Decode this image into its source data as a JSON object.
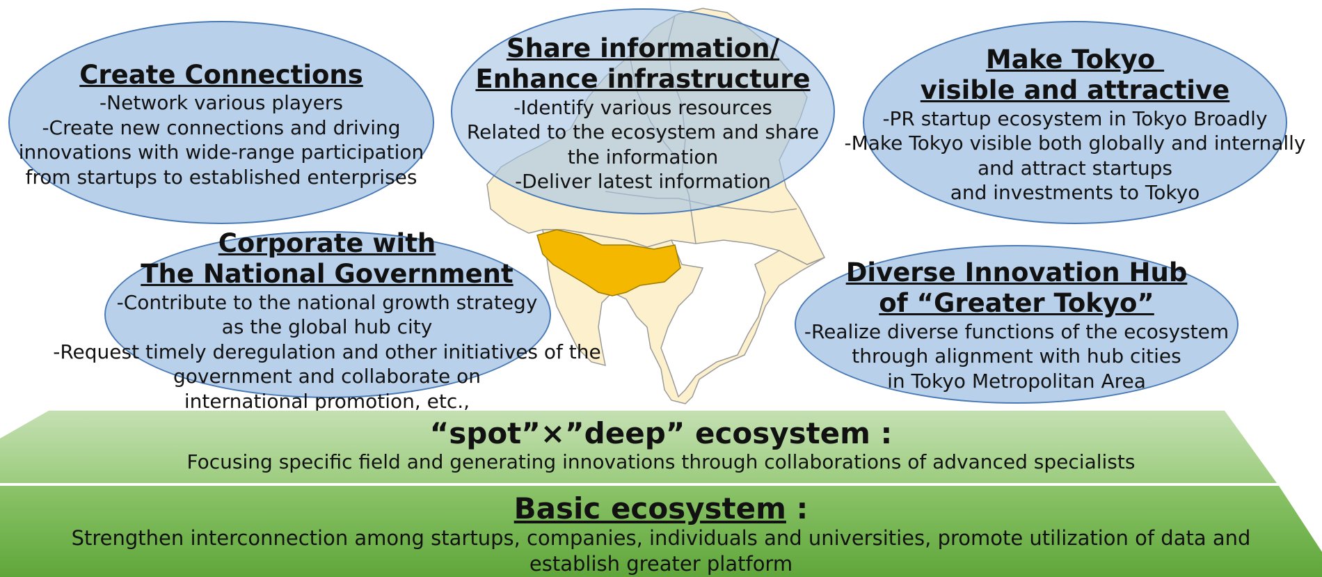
{
  "colors": {
    "ellipse_fill": "#b2cce8",
    "ellipse_border": "#4a7ab5",
    "map_land": "#fdf0cc",
    "map_tokyo": "#f5b800",
    "band_upper": "#a9d08e",
    "band_lower": "#6aae45"
  },
  "bubbles": {
    "create": {
      "title": "Create Connections",
      "lines": [
        "-Network various players",
        "-Create new connections and driving",
        "innovations with wide-range participation",
        "from startups to established enterprises"
      ]
    },
    "share": {
      "title_lines": [
        "Share information/",
        "Enhance infrastructure"
      ],
      "lines": [
        "-Identify various resources",
        "Related to the ecosystem and share",
        "the information",
        "-Deliver latest information"
      ]
    },
    "make": {
      "title_lines": [
        "Make Tokyo ",
        "visible and attractive"
      ],
      "lines": [
        "-PR startup ecosystem in Tokyo Broadly",
        "-Make Tokyo visible both globally and internally",
        "and attract startups",
        "and investments to Tokyo"
      ]
    },
    "corporate": {
      "title_lines": [
        "Corporate with",
        "The National Government"
      ],
      "lines": [
        "-Contribute to the national growth strategy",
        "as the global hub city",
        "-Request timely deregulation and other initiatives of the",
        "government and collaborate on",
        "international promotion, etc.,"
      ]
    },
    "diverse": {
      "title_lines": [
        "Diverse Innovation Hub",
        "of “Greater Tokyo”"
      ],
      "lines": [
        "-Realize diverse functions of the ecosystem",
        "through alignment with hub cities",
        "in Tokyo Metropolitan Area"
      ]
    }
  },
  "spot_band": {
    "title": "“spot”×”deep” ecosystem :",
    "desc": "Focusing specific field and generating innovations through collaborations of advanced specialists"
  },
  "basic_band": {
    "title": "Basic ecosystem",
    "title_suffix": " :",
    "desc_lines": [
      "Strengthen interconnection among startups, companies, individuals and universities, promote utilization of data and",
      "establish greater platform"
    ]
  }
}
